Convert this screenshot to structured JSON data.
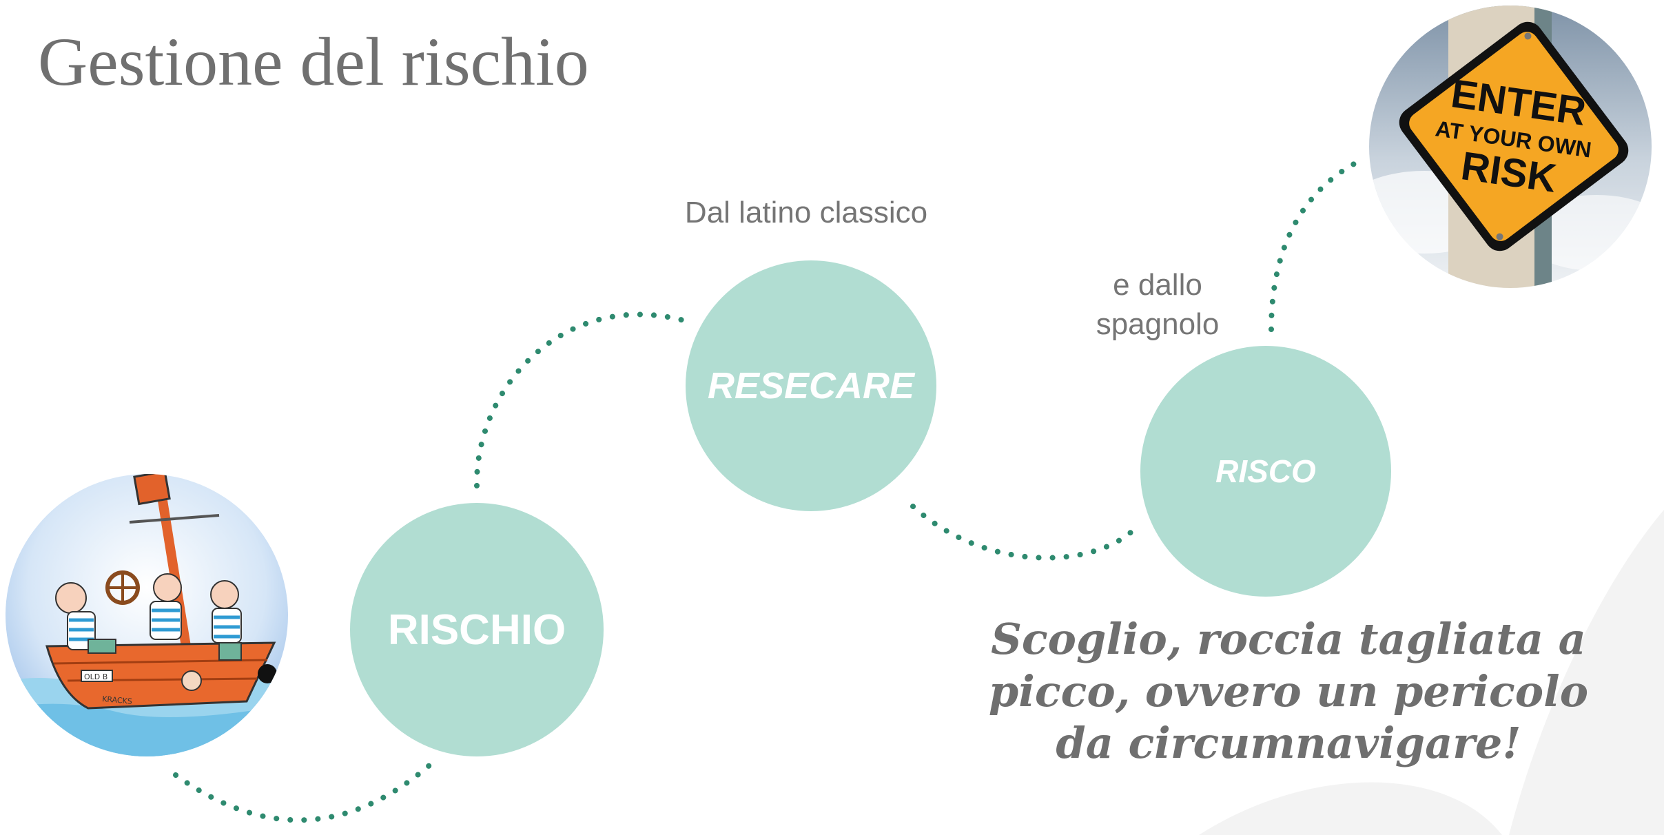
{
  "slide": {
    "title": "Gestione del rischio",
    "label_latin": "Dal latino classico",
    "label_spanish": "e dallo spagnolo",
    "circle_rischio": "RISCHIO",
    "circle_resecare": "RESECARE",
    "circle_risco": "RISCO",
    "quote": "Scoglio, roccia tagliata a picco, ovvero un pericolo da circumnavigare!",
    "sign_text": [
      "ENTER",
      "AT YOUR OWN",
      "RISK"
    ],
    "boat_text": [
      "OLD B",
      "KRACKS"
    ]
  },
  "colors": {
    "circle_fill": "#b1ddd2",
    "dot_path": "#2e8a6f",
    "text_gray": "#707070",
    "sign_yellow": "#f5a623"
  },
  "icons": [
    "sinking-boat-cartoon",
    "enter-at-your-own-risk-sign"
  ]
}
